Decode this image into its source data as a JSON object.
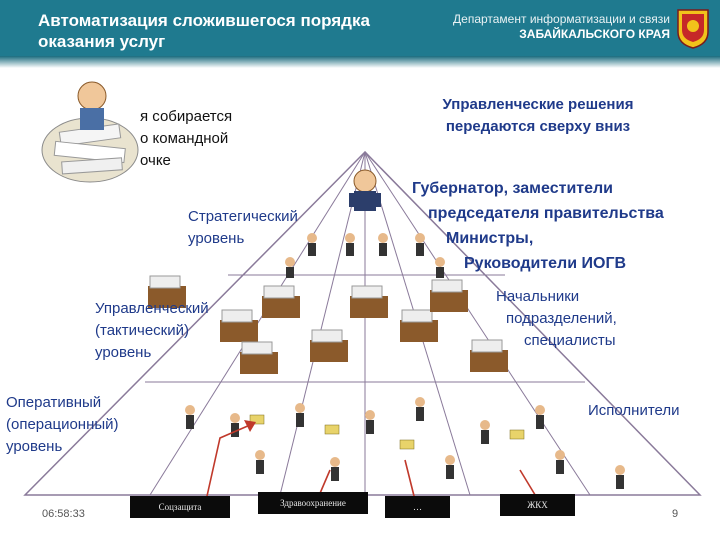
{
  "header": {
    "title_line1": "Автоматизация сложившегося порядка",
    "title_line2": "оказания услуг",
    "org_line1": "Департамент информатизации и связи",
    "org_line2": "ЗАБАЙКАЛЬСКОГО КРАЯ"
  },
  "top_left_note": {
    "line1": "я собирается",
    "line2": "о командной",
    "line3": "очке"
  },
  "decisions_note": {
    "line1": "Управленческие решения",
    "line2": "передаются сверху вниз"
  },
  "governor_label": {
    "line1": "Губернатор, заместители",
    "line2": "председателя правительства",
    "line3": "Министры,",
    "line4": "Руководители ИОГВ"
  },
  "strategic_level": {
    "line1": "Стратегический",
    "line2": "уровень"
  },
  "managerial_level": {
    "line1": "Управленческий",
    "line2": "(тактический)",
    "line3": "уровень"
  },
  "heads_label": {
    "line1": "Начальники",
    "line2": "подразделений,",
    "line3": "специалисты"
  },
  "operational_level": {
    "line1": "Оперативный",
    "line2": "(операционный)",
    "line3": "уровень"
  },
  "executors_label": "Исполнители",
  "bottom_boxes": [
    "Соцзащита",
    "Здравоохранение",
    "…",
    "ЖКХ"
  ],
  "footer": {
    "time": "06:58:33",
    "page": "9"
  },
  "colors": {
    "header": "#1f7a8f",
    "pyramid_lines": "#8a7a9a",
    "arrows": "#c0392b",
    "accent_text": "#1f3a8a"
  }
}
